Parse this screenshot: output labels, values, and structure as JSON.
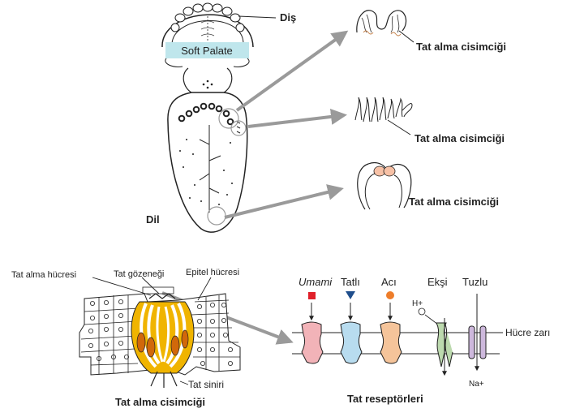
{
  "labels": {
    "tooth": "Diş",
    "soft_palate": "Soft Palate",
    "tongue": "Dil",
    "taste_bud_1": "Tat alma cisimciği",
    "taste_bud_2": "Tat alma cisimciği",
    "taste_bud_3": "Tat alma cisimciği",
    "taste_cell": "Tat alma hücresi",
    "taste_pore": "Tat gözeneği",
    "epithelial_cell": "Epitel hücresi",
    "taste_nerve": "Tat siniri",
    "taste_bud_caption": "Tat alma cisimciği",
    "receptors_caption": "Tat reseptörleri",
    "cell_membrane": "Hücre zarı"
  },
  "receptors": [
    {
      "name": "Umami",
      "marker": "square",
      "marker_color": "#e0202a",
      "body_color": "#f2b3b8"
    },
    {
      "name": "Tatlı",
      "marker": "triangle",
      "marker_color": "#1f4e8c",
      "body_color": "#b8dcef"
    },
    {
      "name": "Acı",
      "marker": "circle",
      "marker_color": "#ee7d2a",
      "body_color": "#f5c49a"
    },
    {
      "name": "Ekşi",
      "marker": "ion",
      "marker_label": "H+",
      "body_color": "#bcd9ae"
    },
    {
      "name": "Tuzlu",
      "marker": "ion",
      "marker_label": "Na+",
      "body_color": "#cdb8dc"
    }
  ],
  "colors": {
    "arrow": "#9a9a9a",
    "soft_palate_bg": "#bfe6ec",
    "taste_bud_fill": "#f0b400",
    "nerve_fill": "#d1680a"
  }
}
